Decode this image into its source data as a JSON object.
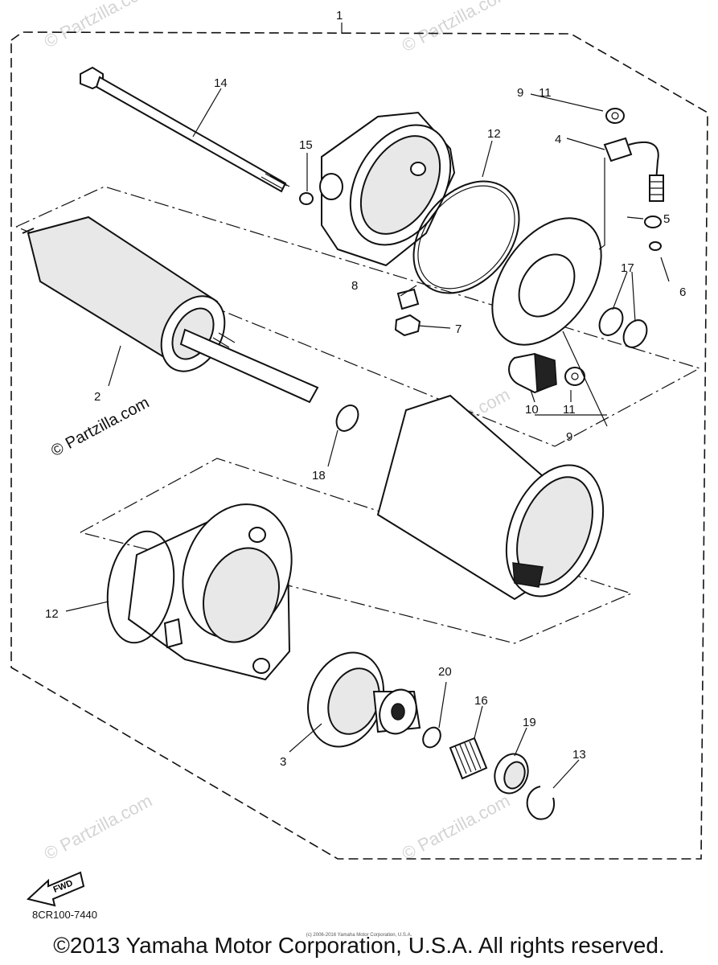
{
  "diagram": {
    "callouts": {
      "c1": "1",
      "c2": "2",
      "c3": "3",
      "c4": "4",
      "c5": "5",
      "c6": "6",
      "c7": "7",
      "c8": "8",
      "c9a": "9",
      "c9b": "9",
      "c10": "10",
      "c11a": "11",
      "c11b": "11",
      "c12a": "12",
      "c12b": "12",
      "c13": "13",
      "c14": "14",
      "c15": "15",
      "c16": "16",
      "c17": "17",
      "c18": "18",
      "c19": "19",
      "c20": "20"
    },
    "fwd_label": "FWD",
    "part_code": "8CR100-7440",
    "watermark_main": "© Partzilla.com",
    "watermark_faint": "© Partzilla.com"
  },
  "footer": {
    "copyright": "©2013 Yamaha Motor Corporation, U.S.A. All rights reserved.",
    "copyright_small": "(c) 2006-2016 Yamaha Motor Corporation, U.S.A."
  }
}
